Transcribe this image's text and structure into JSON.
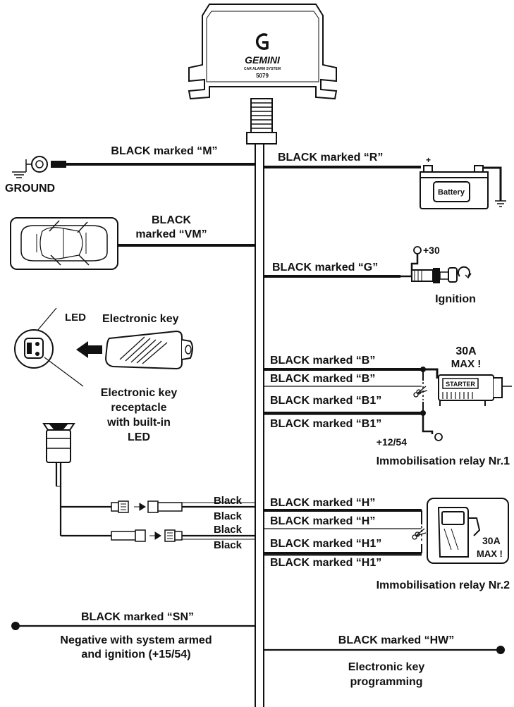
{
  "control_unit": {
    "brand": "GEMINI",
    "subtitle": "CAR ALARM SYSTEM",
    "model": "5079"
  },
  "left": {
    "ground_wire": "BLACK marked “M”",
    "ground_label": "GROUND",
    "vm_wire_line1": "BLACK",
    "vm_wire_line2": "marked “VM”",
    "led_label": "LED",
    "electronic_key_label": "Electronic key",
    "receptacle_line1": "Electronic key",
    "receptacle_line2": "receptacle",
    "receptacle_line3": "with built-in",
    "receptacle_line4": "LED",
    "connector_wires": [
      "Black",
      "Black",
      "Black",
      "Black"
    ],
    "sn_wire": "BLACK marked “SN”",
    "sn_desc_line1": "Negative with system armed",
    "sn_desc_line2": "and ignition (+15/54)"
  },
  "right": {
    "r_wire": "BLACK marked “R”",
    "battery_label": "Battery",
    "battery_plus": "+",
    "g_wire": "BLACK marked “G”",
    "plus30": "+30",
    "ignition_label": "Ignition",
    "relay1_wires": [
      "BLACK marked “B”",
      "BLACK marked “B”",
      "BLACK marked “B1”",
      "BLACK marked “B1”"
    ],
    "relay1_rating_line1": "30A",
    "relay1_rating_line2": "MAX !",
    "starter_label": "STARTER",
    "plus1254": "+12/54",
    "relay1_title": "Immobilisation relay Nr.1",
    "relay2_wires": [
      "BLACK marked “H”",
      "BLACK marked “H”",
      "BLACK marked “H1”",
      "BLACK marked “H1”"
    ],
    "relay2_rating_line1": "30A",
    "relay2_rating_line2": "MAX !",
    "relay2_title": "Immobilisation relay Nr.2",
    "hw_wire": "BLACK marked “HW”",
    "hw_desc_line1": "Electronic key",
    "hw_desc_line2": "programming"
  }
}
